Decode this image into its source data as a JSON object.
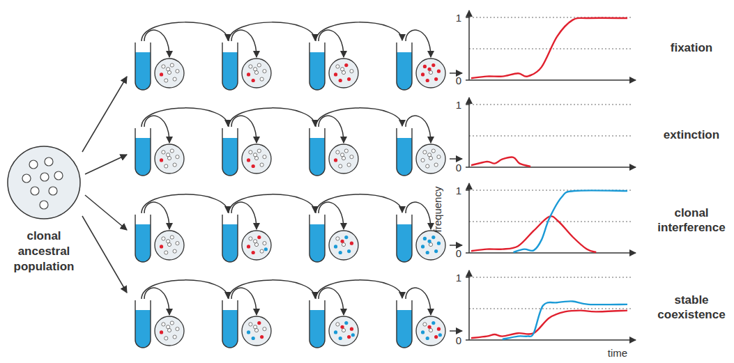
{
  "diagram": {
    "nodes": [
      {
        "text": [
          "clonal ancestral population"
        ]
      }
    ],
    "labels": [
      "1",
      "0",
      "fixation",
      "1",
      "0",
      "extinction",
      "1",
      "0",
      "clonal interference",
      "1",
      "0",
      "stable coexistence",
      "frequency",
      "time"
    ]
  }
}
